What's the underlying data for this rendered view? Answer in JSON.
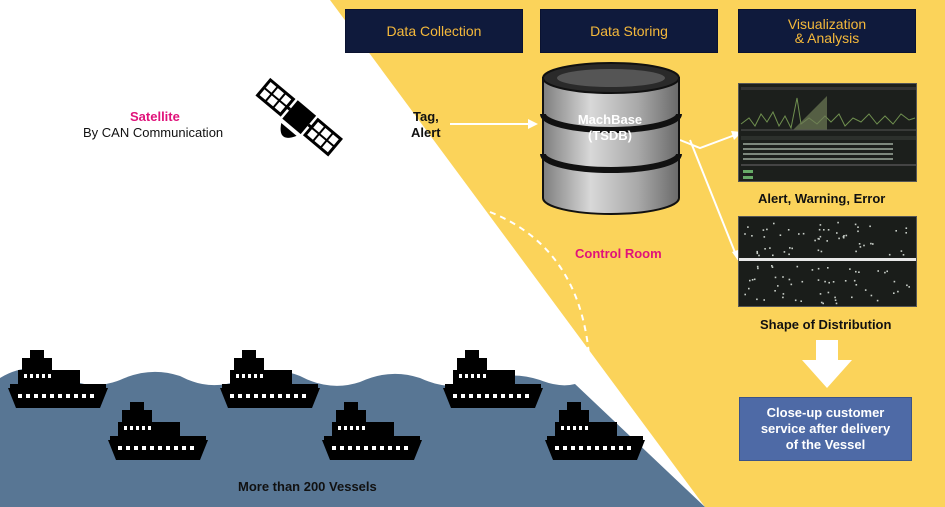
{
  "headers": {
    "collection": "Data Collection",
    "storing": "Data Storing",
    "visualization_line1": "Visualization",
    "visualization_line2": "& Analysis"
  },
  "satellite": {
    "title": "Satellite",
    "subtitle": "By CAN Communication"
  },
  "link": {
    "line1": "Tag,",
    "line2": "Alert"
  },
  "database": {
    "line1": "MachBase",
    "line2": "(TSDB)"
  },
  "control_room": "Control Room",
  "alerts_label": "Alert, Warning, Error",
  "distribution_label": "Shape of Distribution",
  "callout": {
    "line1": "Close-up customer",
    "line2": "service after delivery",
    "line3": "of the Vessel"
  },
  "vessels_label": "More than 200 Vessels",
  "colors": {
    "yellow_region": "#fbd35a",
    "sea": "#587694",
    "header_bg": "#0f1a3c",
    "header_text": "#f5b93b",
    "accent_pink": "#e0127a",
    "callout_bg": "#4e6aa6"
  },
  "icons": [
    "satellite-icon",
    "database-icon",
    "ship-icon",
    "down-arrow-icon"
  ]
}
